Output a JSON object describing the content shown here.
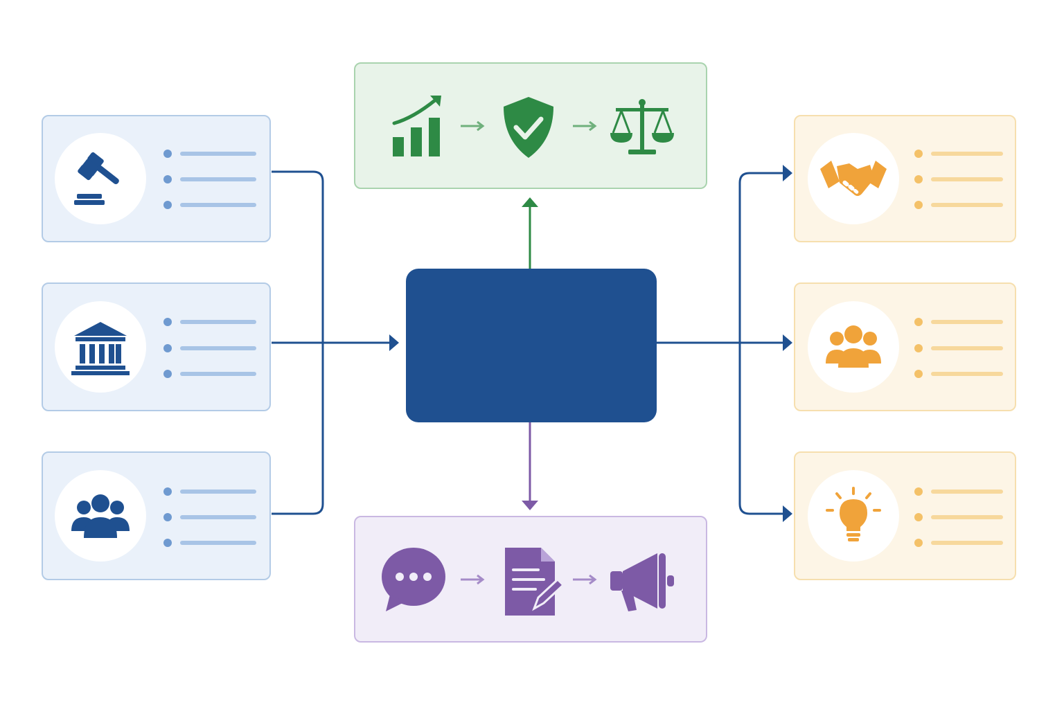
{
  "colors": {
    "navy": "#1f5090",
    "blue_accent": "#6f9ad0",
    "orange_accent": "#f0a33a",
    "green_accent": "#2e8a45",
    "purple_accent": "#7d5aa6",
    "green_connector": "#2e8a45",
    "purple_connector": "#7d5aa6"
  },
  "left_cards": [
    {
      "icon": "gavel-icon",
      "bullet_count": 3
    },
    {
      "icon": "government-building-icon",
      "bullet_count": 3
    },
    {
      "icon": "people-group-icon",
      "bullet_count": 3
    }
  ],
  "right_cards": [
    {
      "icon": "handshake-icon",
      "bullet_count": 3
    },
    {
      "icon": "team-group-icon",
      "bullet_count": 3
    },
    {
      "icon": "lightbulb-icon",
      "bullet_count": 3
    }
  ],
  "top_panel": {
    "icons": [
      "growth-chart-icon",
      "arrow-right-icon",
      "shield-check-icon",
      "arrow-right-icon",
      "balance-scale-icon"
    ]
  },
  "bottom_panel": {
    "icons": [
      "chat-bubble-icon",
      "arrow-right-icon",
      "document-edit-icon",
      "arrow-right-icon",
      "megaphone-icon"
    ]
  },
  "center": {
    "label": ""
  }
}
